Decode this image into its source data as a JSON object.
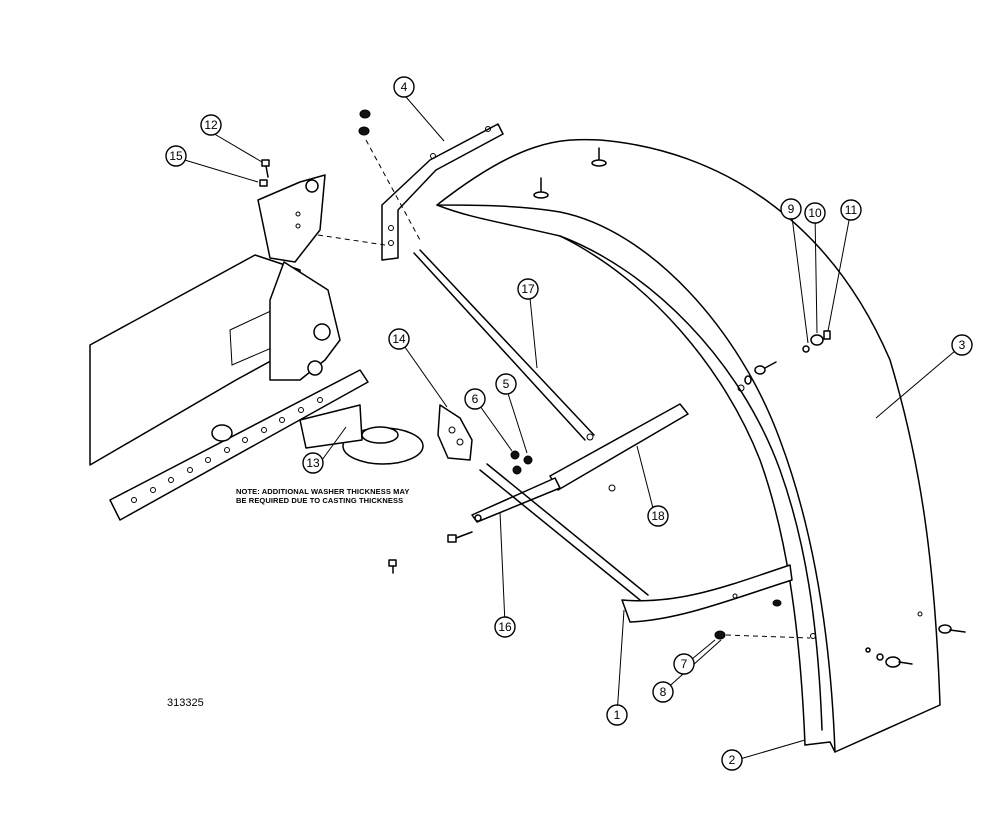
{
  "diagram": {
    "note_line1": "NOTE: ADDITIONAL WASHER THICKNESS MAY",
    "note_line2": "BE REQUIRED DUE TO CASTING THICKNESS",
    "drawing_number": "313325",
    "callouts": [
      "1",
      "2",
      "3",
      "4",
      "5",
      "6",
      "7",
      "8",
      "9",
      "10",
      "11",
      "12",
      "13",
      "14",
      "15",
      "16",
      "17",
      "18"
    ]
  }
}
